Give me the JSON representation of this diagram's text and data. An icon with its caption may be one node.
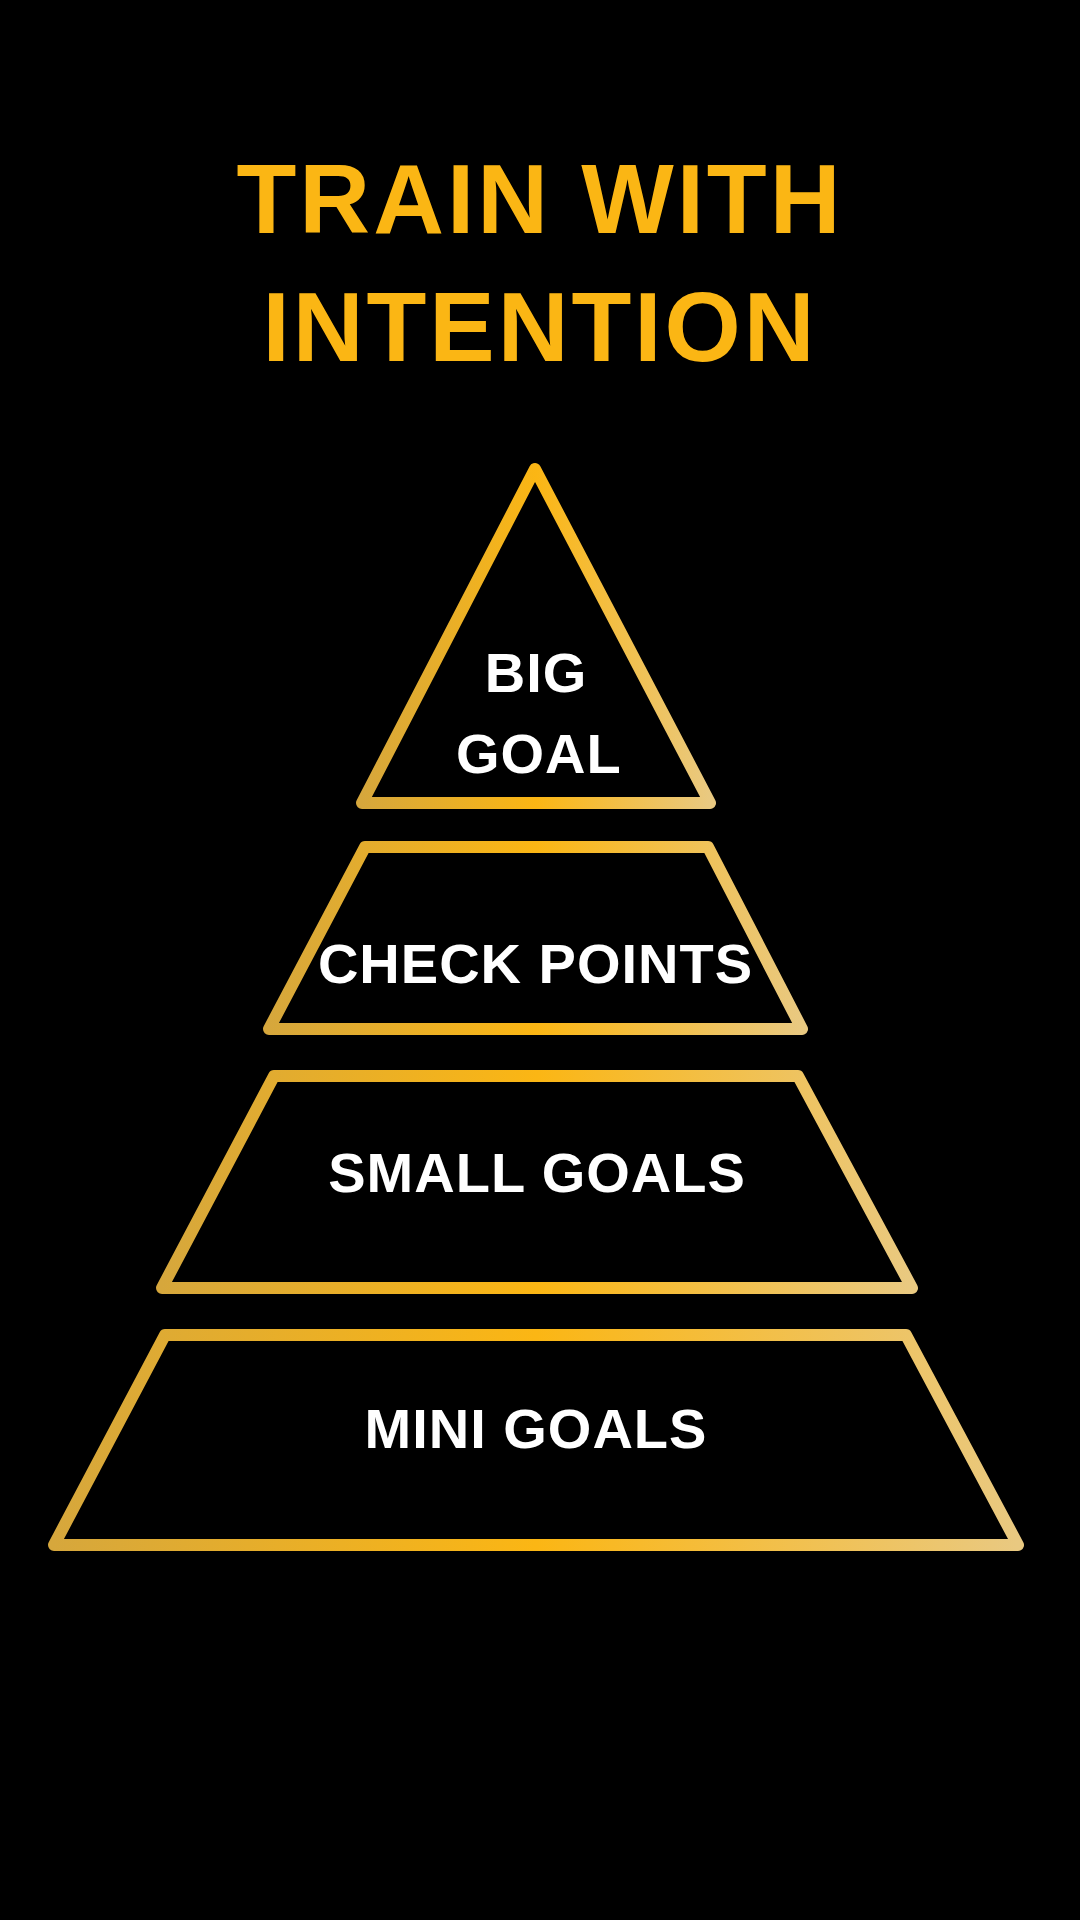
{
  "diagram": {
    "title": "TRAIN WITH INTENTION",
    "nodes": [
      {
        "text": [
          "BIG GOAL"
        ]
      },
      {
        "text": [
          "CHECK POINTS"
        ]
      },
      {
        "text": [
          "SMALL GOALS"
        ]
      },
      {
        "text": [
          "MINI GOALS"
        ]
      }
    ]
  }
}
